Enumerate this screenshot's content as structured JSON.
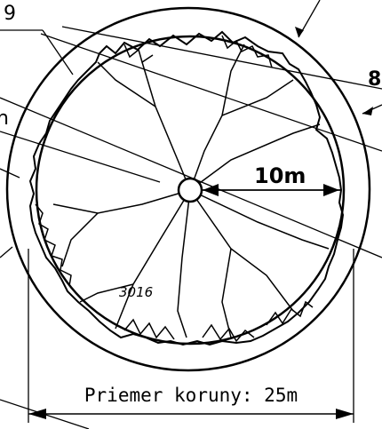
{
  "labels": {
    "callout_top_left": "9",
    "callout_right": "8",
    "callout_left": "n",
    "radius": "10m",
    "tree_id": "3016",
    "crown_diameter": "Priemer koruny: 25m"
  },
  "colors": {
    "ink": "#000000",
    "paper": "#ffffff"
  }
}
